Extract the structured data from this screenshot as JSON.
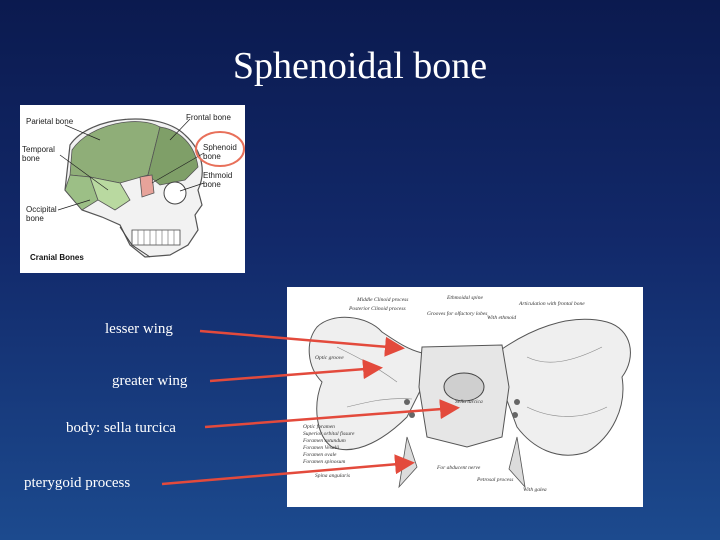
{
  "slide": {
    "title": "Sphenoidal bone"
  },
  "skull_figure": {
    "labels": {
      "parietal": "Parietal bone",
      "temporal_1": "Temporal",
      "temporal_2": "bone",
      "occipital_1": "Occipital",
      "occipital_2": "bone",
      "frontal": "Frontal bone",
      "sphenoid_1": "Sphenoid",
      "sphenoid_2": "bone",
      "ethmoid_1": "Ethmoid",
      "ethmoid_2": "bone"
    },
    "caption": "Cranial Bones",
    "highlight_color": "#e8705a"
  },
  "sphenoid_figure": {
    "labels": {
      "middle_clinoid": "Middle Clinoid process",
      "posterior_clinoid": "Posterior Clinoid process",
      "ethmoidal_spine": "Ethmoidal spine",
      "grooves_olfactory": "Grooves for olfactory lobes",
      "with_ethmoid": "With ethmoid",
      "articulation_frontal": "Articulation with frontal bone",
      "optic_groove": "Optic groove",
      "optic_foramen": "Optic foramen",
      "superior_orbital": "Superior orbital fissure",
      "foramen_rotundum": "Foramen rotundum",
      "foramen_vesalii": "Foramen Vesalii",
      "foramen_ovale": "Foramen ovale",
      "foramen_spinosum": "Foramen spinosum",
      "spina_angularis": "Spina angularis",
      "abducent_nerve": "For abducent nerve",
      "petrosal_process": "Petrosal process",
      "with_galea": "With galea",
      "sella_turcica": "Sella turcica"
    }
  },
  "parts": [
    {
      "label": "lesser wing"
    },
    {
      "label": "greater wing"
    },
    {
      "label": "body: sella turcica"
    },
    {
      "label": "pterygoid process"
    }
  ],
  "colors": {
    "arrow": "#e34a3c",
    "background_top": "#0b1a4f",
    "background_bottom": "#1c4a8e"
  }
}
